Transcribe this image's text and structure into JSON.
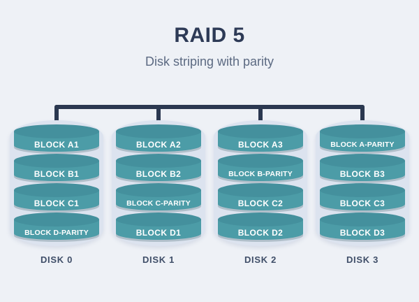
{
  "title": "RAID 5",
  "subtitle": "Disk striping with parity",
  "colors": {
    "background": "#eef1f6",
    "title_text": "#2d3a56",
    "subtitle_text": "#5c6a82",
    "connector": "#2b3850",
    "cylinder_outline": "#dce3ef",
    "block_body": "#4c9ca7",
    "block_cap": "#44909d",
    "block_text": "#ffffff",
    "disk_label_text": "#3f4e68"
  },
  "disks": [
    {
      "label": "DISK 0",
      "blocks": [
        "BLOCK A1",
        "BLOCK B1",
        "BLOCK C1",
        "BLOCK D-PARITY"
      ]
    },
    {
      "label": "DISK 1",
      "blocks": [
        "BLOCK A2",
        "BLOCK B2",
        "BLOCK C-PARITY",
        "BLOCK D1"
      ]
    },
    {
      "label": "DISK 2",
      "blocks": [
        "BLOCK A3",
        "BLOCK B-PARITY",
        "BLOCK C2",
        "BLOCK D2"
      ]
    },
    {
      "label": "DISK 3",
      "blocks": [
        "BLOCK A-PARITY",
        "BLOCK B3",
        "BLOCK C3",
        "BLOCK D3"
      ]
    }
  ]
}
